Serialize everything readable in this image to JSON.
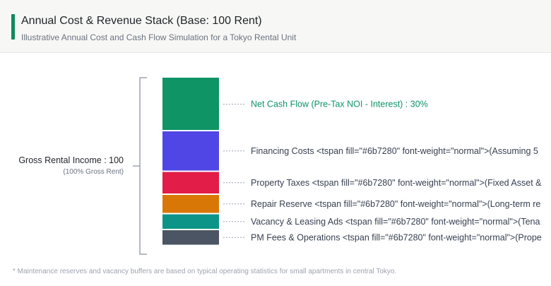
{
  "header": {
    "title": "Annual Cost & Revenue Stack (Base: 100 Rent)",
    "subtitle": "Illustrative Annual Cost and Cash Flow Simulation for a Tokyo Rental Unit"
  },
  "chart_data": {
    "type": "bar",
    "title": "Annual Cost & Revenue Stack (Base: 100 Rent)",
    "total": {
      "label": "Gross Rental Income : 100",
      "sublabel": "(100% Gross Rent)",
      "value": 100
    },
    "series": [
      {
        "name": "Net Cash Flow",
        "label": "Net Cash Flow (Pre-Tax NOI - Interest) : 30%",
        "value": 30,
        "color": "#0f9466",
        "highlight": true
      },
      {
        "name": "Financing Costs",
        "label": "Financing Costs <tspan fill=\"#6b7280\" font-weight=\"normal\">(Assuming 5",
        "value": 23,
        "color": "#4f46e5"
      },
      {
        "name": "Property Taxes",
        "label": "Property Taxes <tspan fill=\"#6b7280\" font-weight=\"normal\">(Fixed Asset &",
        "value": 13,
        "color": "#e11d48"
      },
      {
        "name": "Repair Reserve",
        "label": "Repair Reserve <tspan fill=\"#6b7280\" font-weight=\"normal\">(Long-term re",
        "value": 11,
        "color": "#d97706"
      },
      {
        "name": "Vacancy & Leasing Ads",
        "label": "Vacancy & Leasing Ads <tspan fill=\"#6b7280\" font-weight=\"normal\">(Tena",
        "value": 9,
        "color": "#0d9488"
      },
      {
        "name": "PM Fees & Operations",
        "label": "PM Fees & Operations <tspan fill=\"#6b7280\" font-weight=\"normal\">(Prope",
        "value": 9,
        "color": "#4b5563"
      }
    ],
    "colors": {
      "highlight_text": "#0f9466",
      "text": "#374151",
      "bracket": "#9ca3af"
    }
  },
  "footnote": "* Maintenance reserves and vacancy buffers are based on typical operating statistics for small apartments in central Tokyo."
}
